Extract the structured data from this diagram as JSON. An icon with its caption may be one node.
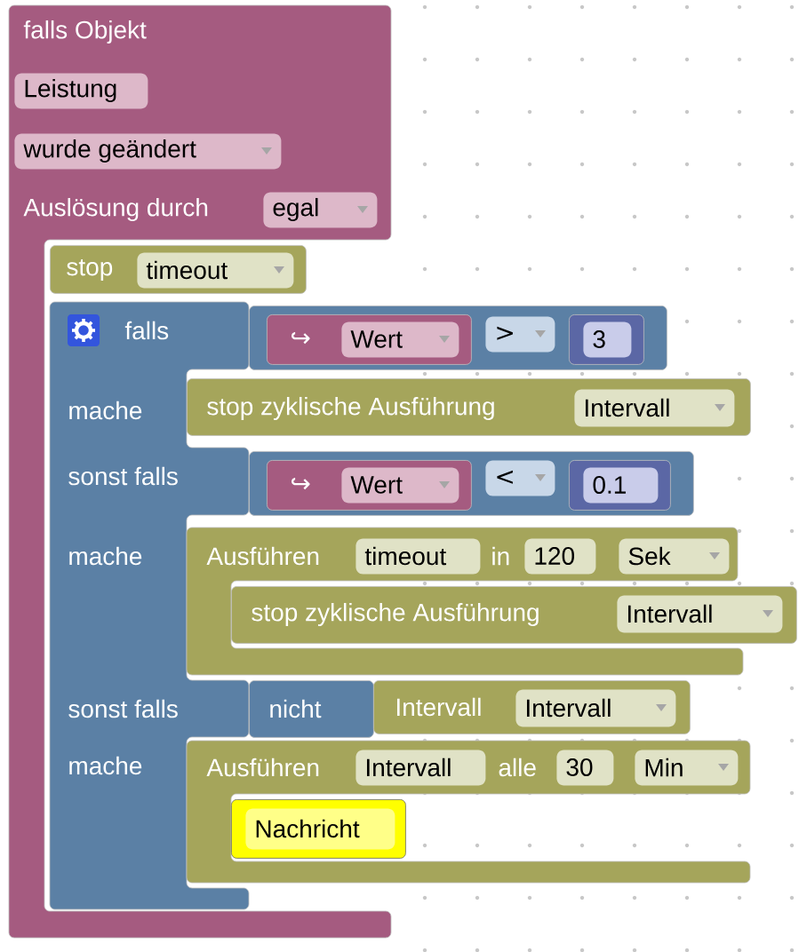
{
  "diagram": {
    "nodes": [
      {
        "text": [
          "falls Objekt",
          "Auslösung durch"
        ]
      },
      {
        "text": [
          "Leistung"
        ],
        "in": 0
      },
      {
        "text": [
          "wurde geändert"
        ],
        "in": 0
      },
      {
        "text": [
          "egal"
        ],
        "in": 0
      },
      {
        "text": [
          "stop"
        ],
        "in": 0
      },
      {
        "text": [
          "timeout"
        ],
        "in": 4
      },
      {
        "text": [
          "falls",
          "mache",
          "sonst falls",
          "mache",
          "sonst falls",
          "mache"
        ],
        "in": 0
      },
      {
        "text": [],
        "shape": "box"
      },
      {
        "text": [
          "↪"
        ],
        "in": 7
      },
      {
        "text": [
          "Wert"
        ],
        "in": 8
      },
      {
        "text": [
          ">"
        ],
        "in": 7
      },
      {
        "text": [],
        "shape": "box",
        "in": 7
      },
      {
        "text": [
          "3"
        ],
        "in": 11
      },
      {
        "text": [
          "stop zyklische Ausführung"
        ]
      },
      {
        "text": [
          "Intervall"
        ],
        "in": 13
      },
      {
        "text": [],
        "shape": "box"
      },
      {
        "text": [
          "↪"
        ],
        "in": 15
      },
      {
        "text": [
          "Wert"
        ],
        "in": 16
      },
      {
        "text": [
          "<"
        ],
        "in": 15
      },
      {
        "text": [],
        "shape": "box",
        "in": 15
      },
      {
        "text": [
          "0.1"
        ],
        "in": 19
      },
      {
        "text": [
          "Ausführen",
          "in"
        ]
      },
      {
        "text": [
          "timeout"
        ],
        "in": 21
      },
      {
        "text": [
          "120"
        ],
        "in": 21
      },
      {
        "text": [
          "Sek"
        ],
        "in": 21
      },
      {
        "text": [
          "stop zyklische Ausführung"
        ]
      },
      {
        "text": [
          "Intervall"
        ],
        "in": 25
      },
      {
        "text": [
          "nicht"
        ]
      },
      {
        "text": [
          "Intervall"
        ]
      },
      {
        "text": [
          "Intervall"
        ],
        "in": 28
      },
      {
        "text": [
          "Ausführen",
          "alle"
        ]
      },
      {
        "text": [
          "Intervall"
        ],
        "in": 30
      },
      {
        "text": [
          "30"
        ],
        "in": 30
      },
      {
        "text": [
          "Min"
        ],
        "in": 30
      },
      {
        "text": [],
        "shape": "box",
        "in": 30
      },
      {
        "text": [
          "Nachricht"
        ],
        "in": 34
      }
    ]
  }
}
